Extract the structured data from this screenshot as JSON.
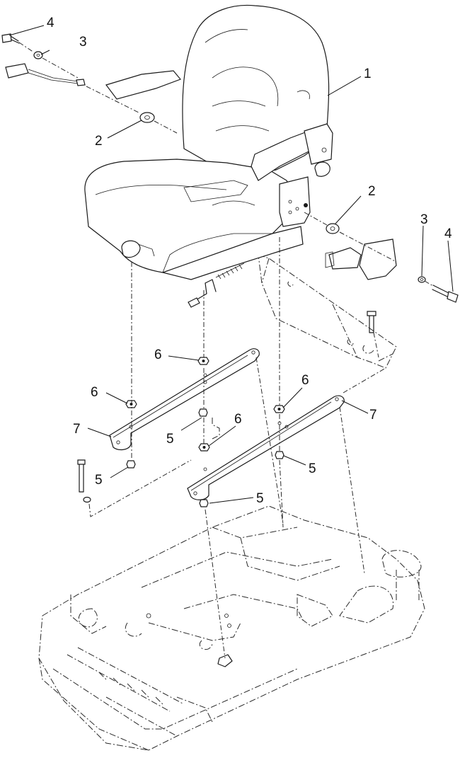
{
  "callouts": [
    {
      "text": "1"
    },
    {
      "text": "2"
    },
    {
      "text": "2"
    },
    {
      "text": "3"
    },
    {
      "text": "3"
    },
    {
      "text": "4"
    },
    {
      "text": "4"
    },
    {
      "text": "5"
    },
    {
      "text": "5"
    },
    {
      "text": "5"
    },
    {
      "text": "5"
    },
    {
      "text": "6"
    },
    {
      "text": "6"
    },
    {
      "text": "6"
    },
    {
      "text": "6"
    },
    {
      "text": "7"
    },
    {
      "text": "7"
    }
  ]
}
